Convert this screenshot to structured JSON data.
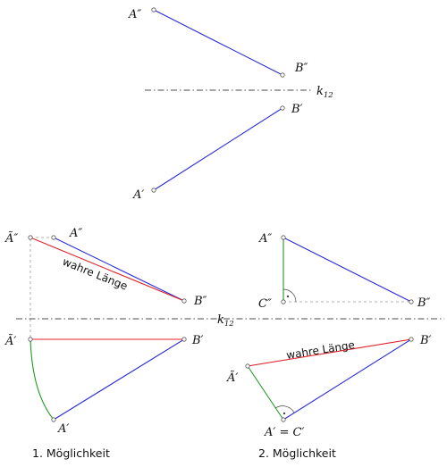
{
  "labels": {
    "a2": "A″",
    "b2": "B″",
    "a1": "A′",
    "b1": "B′",
    "axis_main": "k",
    "axis_sub": "12",
    "atilde2": "Ã″",
    "atilde1": "Ã′",
    "c2": "C″",
    "a1c1": "A′ = C′"
  },
  "annotations": {
    "true_length_left": "wahre Länge",
    "true_length_right": "wahre Länge"
  },
  "captions": {
    "option1": "1. Möglichkeit",
    "option2": "2. Möglichkeit"
  },
  "colors": {
    "segment": "#2a2ad8",
    "true_length": "#e0202a",
    "construction": "#229922",
    "helper": "#999999"
  }
}
